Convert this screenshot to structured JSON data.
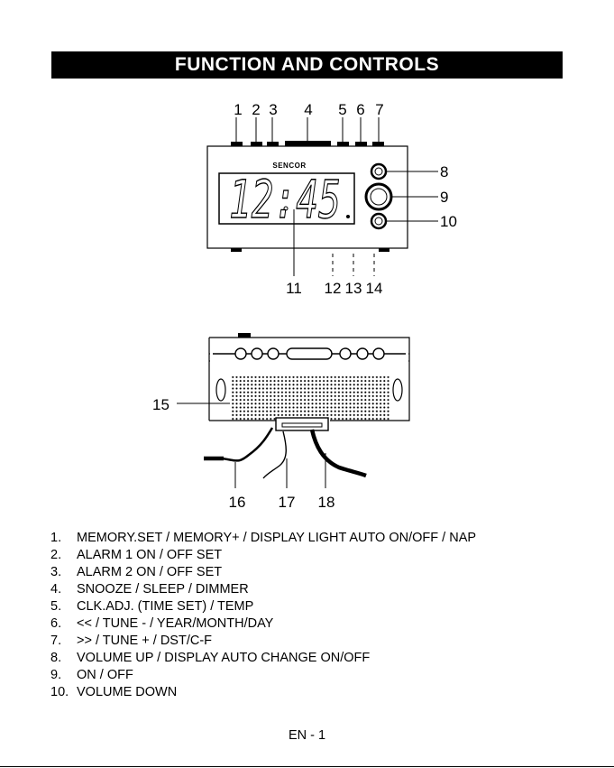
{
  "title": "FUNCTION AND CONTROLS",
  "front_view": {
    "brand": "SENCOR",
    "display_digits": "12:45",
    "callouts_top": [
      "1",
      "2",
      "3",
      "4",
      "5",
      "6",
      "7"
    ],
    "callouts_right": [
      "8",
      "9",
      "10"
    ],
    "callouts_bottom": [
      "11",
      "12",
      "13",
      "14"
    ]
  },
  "back_view": {
    "callouts": [
      "15",
      "16",
      "17",
      "18"
    ]
  },
  "controls": [
    {
      "num": "1.",
      "text": "MEMORY.SET / MEMORY+ / DISPLAY LIGHT AUTO ON/OFF / NAP"
    },
    {
      "num": "2.",
      "text": "ALARM 1 ON / OFF SET"
    },
    {
      "num": "3.",
      "text": "ALARM 2 ON / OFF SET"
    },
    {
      "num": "4.",
      "text": "SNOOZE / SLEEP / DIMMER"
    },
    {
      "num": "5.",
      "text": "CLK.ADJ. (TIME SET) / TEMP"
    },
    {
      "num": "6.",
      "text": "<< / TUNE - / YEAR/MONTH/DAY"
    },
    {
      "num": "7.",
      "text": ">> / TUNE + / DST/C-F"
    },
    {
      "num": "8.",
      "text": "VOLUME UP / DISPLAY AUTO CHANGE ON/OFF"
    },
    {
      "num": "9.",
      "text": "ON / OFF"
    },
    {
      "num": "10.",
      "text": "VOLUME DOWN"
    }
  ],
  "footer": "EN - 1"
}
